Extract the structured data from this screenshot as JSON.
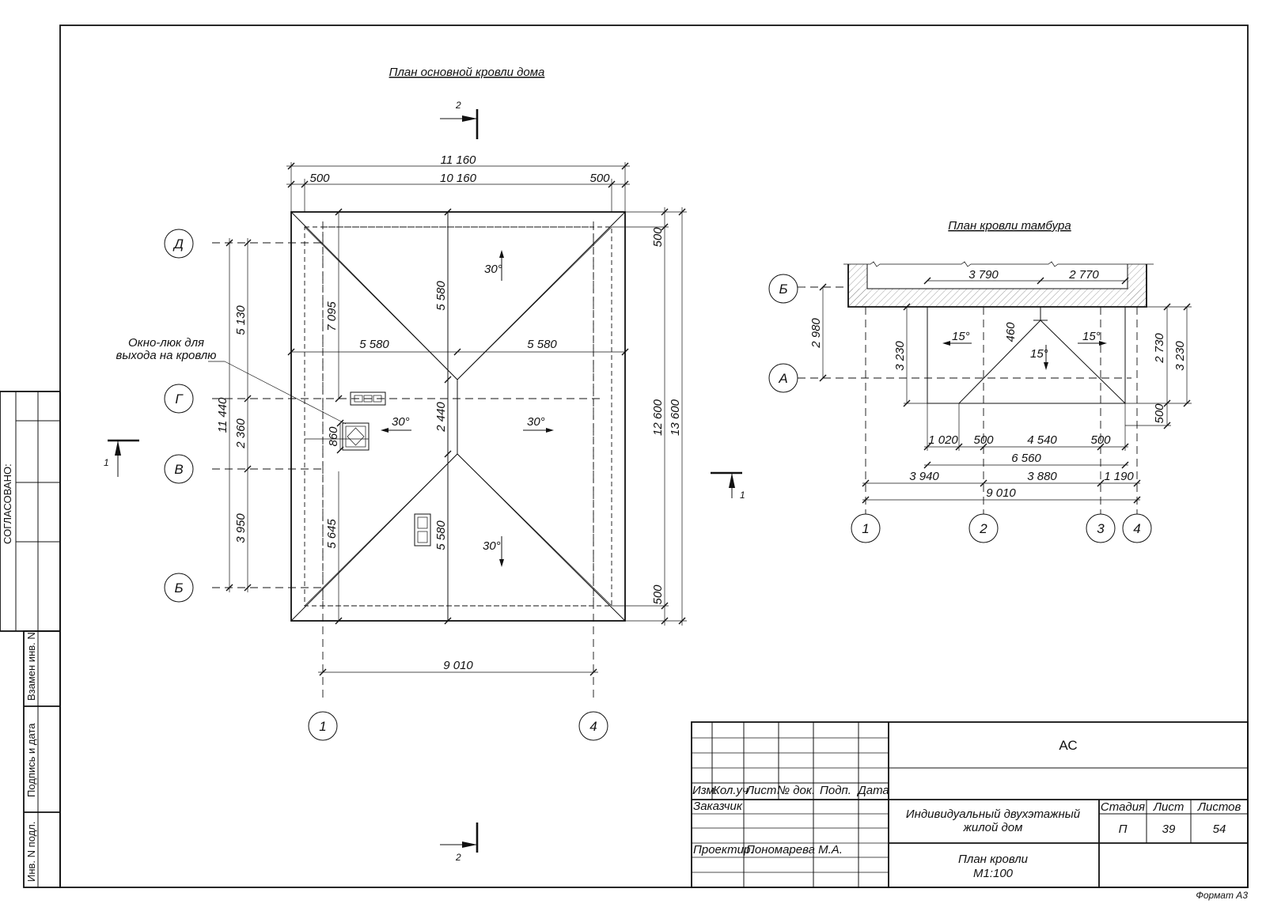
{
  "main_plan": {
    "title": "План основной кровли дома",
    "dims_top": [
      "11 160",
      "500",
      "10 160",
      "500"
    ],
    "dims_right": [
      "500",
      "12 600",
      "13 600",
      "500"
    ],
    "dims_left": [
      "11 440",
      "5 130",
      "2 360",
      "3 950"
    ],
    "dims_inner": [
      "7 095",
      "5 580",
      "5 580",
      "5 580",
      "2 440",
      "5 580",
      "5 645",
      "860"
    ],
    "dim_bottom": "9 010",
    "slopes": [
      "30°",
      "30°",
      "30°",
      "30°"
    ],
    "hatch_note": [
      "Окно-люк для",
      "выхода на кровлю"
    ],
    "row_axes": [
      "Д",
      "Г",
      "В",
      "Б"
    ],
    "col_axes": [
      "1",
      "4"
    ],
    "section_marks": [
      "2",
      "2",
      "1",
      "1"
    ]
  },
  "vestibule_plan": {
    "title": "План кровли тамбура",
    "dims_top": [
      "3 790",
      "2 770"
    ],
    "dims_left": [
      "2 980",
      "3 230",
      "460"
    ],
    "dims_right": [
      "2 730",
      "3 230",
      "500"
    ],
    "dims_bottom_1": [
      "1 020",
      "500",
      "4 540",
      "500"
    ],
    "dims_bottom_2": "6 560",
    "dims_bottom_3": [
      "3 940",
      "3 880",
      "1 190"
    ],
    "dims_bottom_4": "9 010",
    "slopes": [
      "15°",
      "15°",
      "15°"
    ],
    "row_axes": [
      "Б",
      "А"
    ],
    "col_axes": [
      "1",
      "2",
      "3",
      "4"
    ]
  },
  "side_stamp": {
    "agreed": "СОГЛАСОВАНО:",
    "replace_inv": "Взамен инв. N",
    "sign_date": "Подпись и дата",
    "inv_orig": "Инв. N подл."
  },
  "title_block": {
    "code": "АС",
    "headers": [
      "Изм.",
      "Кол.уч",
      "Лист",
      "№ док.",
      "Подп.",
      "Дата"
    ],
    "customer": "Заказчик",
    "designer_role": "Проектир.",
    "designer_name": "Пономарева М.А.",
    "project_line1": "Индивидуальный двухэтажный",
    "project_line2": "жилой дом",
    "stage_label": "Стадия",
    "sheet_label": "Лист",
    "sheets_label": "Листов",
    "stage": "П",
    "sheet": "39",
    "sheets": "54",
    "drawing_line1": "План кровли",
    "drawing_line2": "М1:100"
  },
  "format": "Формат А3"
}
